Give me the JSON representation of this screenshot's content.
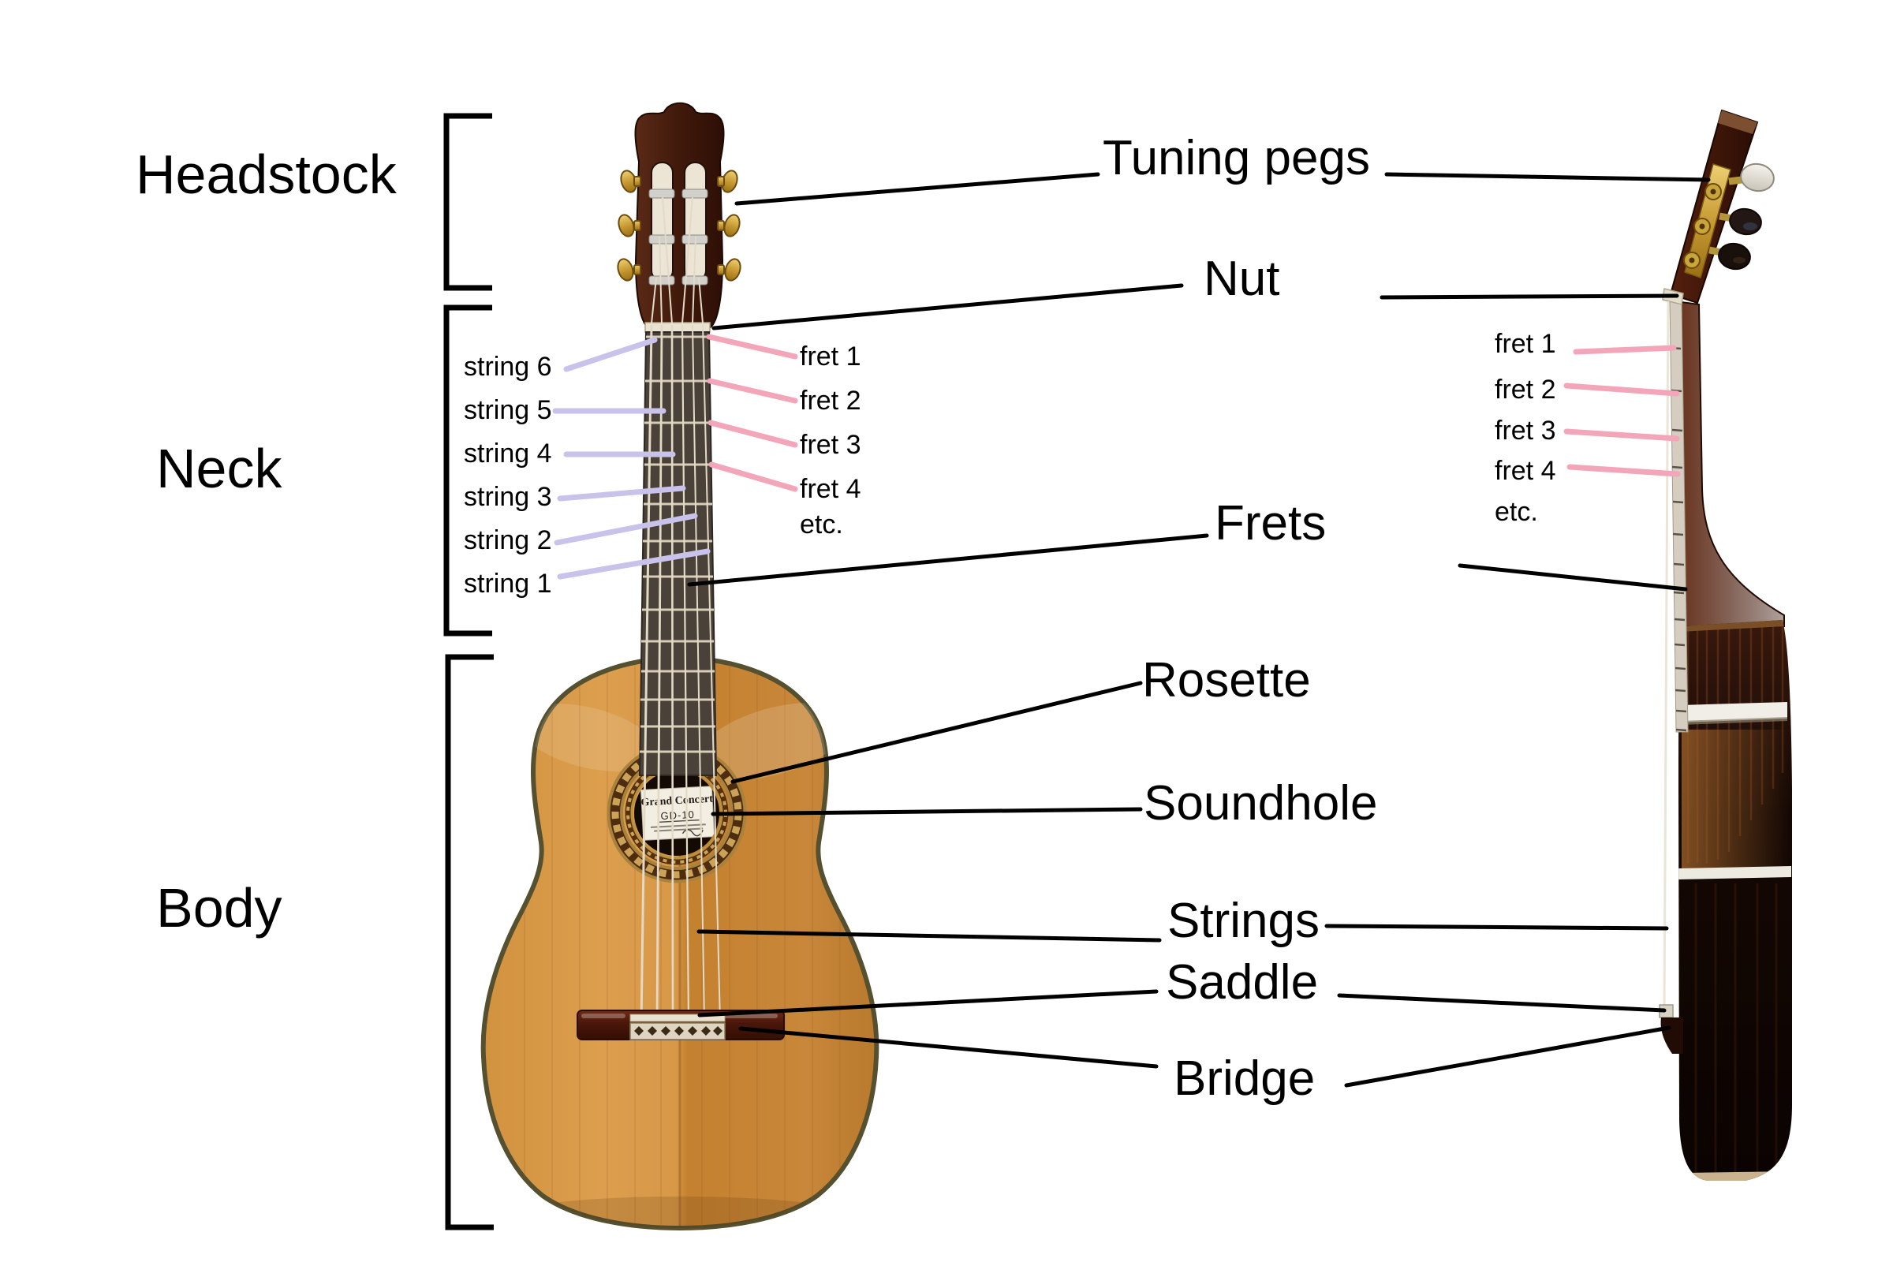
{
  "labels": {
    "headstock": "Headstock",
    "neck": "Neck",
    "body": "Body",
    "tuning_pegs": "Tuning pegs",
    "nut": "Nut",
    "frets": "Frets",
    "rosette": "Rosette",
    "soundhole": "Soundhole",
    "strings": "Strings",
    "saddle": "Saddle",
    "bridge": "Bridge"
  },
  "string_labels": [
    "string 6",
    "string 5",
    "string 4",
    "string 3",
    "string 2",
    "string 1"
  ],
  "fret_labels_front": [
    "fret 1",
    "fret 2",
    "fret 3",
    "fret 4",
    "etc."
  ],
  "fret_labels_side": [
    "fret 1",
    "fret 2",
    "fret 3",
    "fret 4",
    "etc."
  ],
  "soundhole_card": {
    "line1": "Grand Concert",
    "line2": "GD-10"
  },
  "colors": {
    "label": "#000000",
    "leader": "#000000",
    "bracket": "#000000",
    "fret_leader": "#f3a6ba",
    "string_leader": "#c9c3ec",
    "body_wood": "#d0904040",
    "fretboard_wood": "#4a4138",
    "side_wood": "#1d0b04",
    "gold": "#c99b35"
  }
}
